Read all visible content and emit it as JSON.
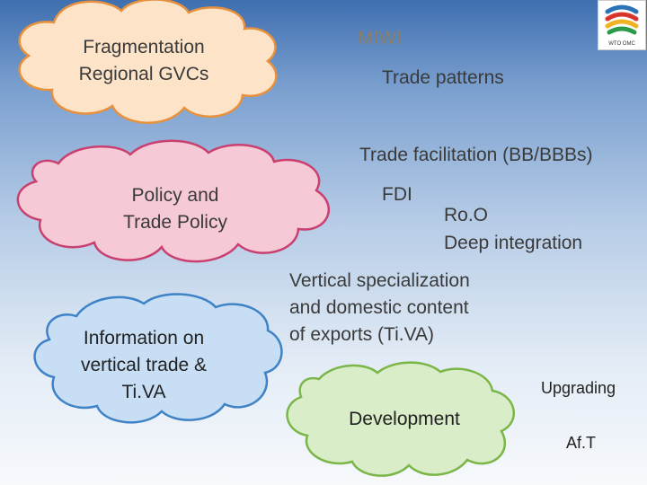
{
  "clouds": {
    "fragmentation": {
      "line1": "Fragmentation",
      "line2": "Regional GVCs",
      "fill": "#fde3c8",
      "stroke": "#e8913d"
    },
    "policy": {
      "line1": "Policy and",
      "line2": "Trade Policy",
      "fill": "#f6c9d6",
      "stroke": "#c94070"
    },
    "information": {
      "line1": "Information on",
      "line2": "vertical trade &",
      "line3": "Ti.VA",
      "fill": "#c7def5",
      "stroke": "#3f83c6"
    },
    "development": {
      "label": "Development",
      "fill": "#d9edc8",
      "stroke": "#7ab648"
    }
  },
  "labels": {
    "miwi": "MIWI",
    "trade_patterns": "Trade patterns",
    "trade_facilitation": "Trade facilitation (BB/BBBs)",
    "fdi": "FDI",
    "roo": "Ro.O",
    "deep_integration": "Deep integration",
    "vertical_line1": "Vertical specialization",
    "vertical_line2": "and domestic content",
    "vertical_line3": "of exports (Ti.VA)",
    "upgrading": "Upgrading",
    "aft": "Af.T"
  },
  "logo": {
    "caption": "WTO OMC",
    "colors": [
      "#2b73b8",
      "#d9342b",
      "#f0b323",
      "#2b9b4a"
    ]
  }
}
